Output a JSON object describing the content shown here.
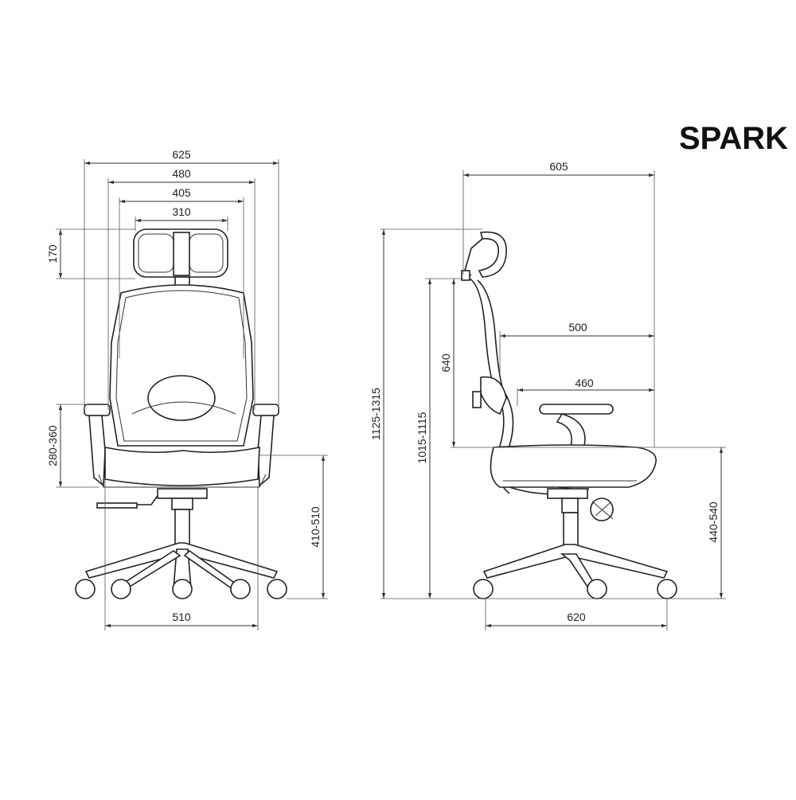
{
  "title": "SPARK",
  "front_view": {
    "overall_width": "625",
    "armrest_width": "480",
    "back_width": "405",
    "headrest_width": "310",
    "headrest_height": "170",
    "armrest_height": "280-360",
    "seat_height": "410-510",
    "base_width": "510"
  },
  "side_view": {
    "overall_depth": "605",
    "seat_depth": "500",
    "arm_depth": "460",
    "back_height": "640",
    "total_height": "1125-1315",
    "height_no_headrest": "1015-1115",
    "seat_height": "440-540",
    "base_depth": "620"
  }
}
